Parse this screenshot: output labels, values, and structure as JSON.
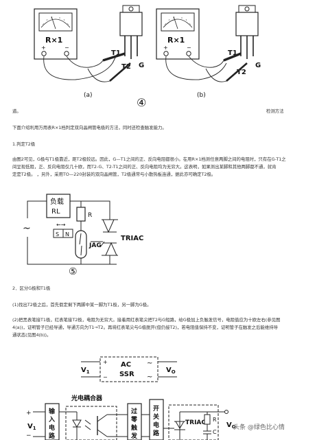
{
  "figure4": {
    "meter_a": "R×1",
    "meter_b": "R×1",
    "plus": "+",
    "minus": "−",
    "t1": "T1",
    "t2": "T2",
    "g": "G",
    "caption_a": "(a)",
    "caption_b": "(b)",
    "number": "④"
  },
  "text": {
    "trailing": "道。",
    "source": "检测方法",
    "intro": "下面介绍利用万用表R×1档判定双向晶闸管电极的方法，同时还检查触发能力。",
    "section1": "1.判定T2极",
    "para1_line1": "由图2可见，G极与T1极靠近，距T2极较远。因此，G—T1之间的正、反向电阻都很小。在用R×1档测任意两脚之间的电阻时，只有在G-T1之",
    "para1_line2": "间呈现低阻，正、反向电阻仅几十欧，而T2-G、T2-T1之间的正、反向电阻均为无穷大。这表明，如果测出某脚和其他两脚都不通，就肯",
    "para1_line3": "定是T2极。  ，另外，采用TO—220封装的双向晶闸管，T2极通常与小散热板连通，据此亦可确定T2极。",
    "section2": "2．区分G极和T1极",
    "para2": "(1)找出T2极之后，首先假定剩下两脚中某一脚为T1极，另一脚为G极。",
    "para3_line1": "(2)把黑表笔接T1极，红表笔接T2极，电阻为无穷大。接着用红表笔尖把T2与G短路，给G极加上负触发信号，电阻值应为十欧左右(参见图",
    "para3_line2": "4(a))，证明管子已经导通，导通方向为T1→T2。再将红表笔尖与G极脱开(但仍接T2)，若电阻值保持不变，证明管子在触发之后能维持导",
    "para3_line3": "通状态(见图4(b))。"
  },
  "figure5": {
    "load_line1": "负载",
    "load_line2": "RL",
    "tilde": "~",
    "r": "R",
    "s": "S",
    "n": "N",
    "jag": "JAG",
    "triac": "TRIAC",
    "number": "⑤"
  },
  "figure_ssr": {
    "ac": "AC",
    "ssr": "SSR",
    "v1": "V",
    "v1_sub": "1",
    "vo": "V",
    "vo_sub": "O",
    "plus": "+",
    "minus": "−",
    "tilde_top": "~",
    "tilde_bottom": "~"
  },
  "figure_opto": {
    "title": "光电耦合器",
    "plus": "+",
    "minus": "−",
    "v1": "V",
    "v1_sub": "1",
    "input_circuit": [
      "输",
      "入",
      "电",
      "路"
    ],
    "zero_cross": [
      "过",
      "零",
      "触",
      "发"
    ],
    "switch_circuit": [
      "开",
      "关",
      "电",
      "路"
    ],
    "triac": "TRIAC",
    "r": "R",
    "c": "C",
    "vo": "V",
    "vo_sub": "O"
  },
  "watermark": "头条 @绿色比心情"
}
